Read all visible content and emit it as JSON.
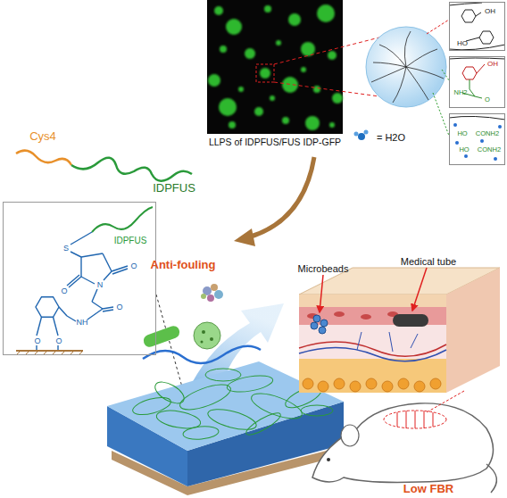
{
  "diagram": {
    "nodes": [
      {
        "text": [
          "LLPS of IDPFUS/FUS IDP-GFP"
        ]
      },
      {
        "text": [
          "OH",
          "HO"
        ]
      },
      {
        "text": [
          "OH",
          "NH2",
          "O"
        ]
      },
      {
        "text": [
          "HO",
          "CONH2",
          "HO",
          "CONH2"
        ]
      },
      {
        "text": [
          "IDPFUS",
          "S",
          "O",
          "N",
          "O",
          "O",
          "NH",
          "O",
          "O"
        ]
      }
    ],
    "labels": [
      "Cys4",
      "IDPFUS",
      "= H2O",
      "Anti-fouling",
      "Microbeads",
      "Medical tube",
      "Low FBR"
    ]
  }
}
